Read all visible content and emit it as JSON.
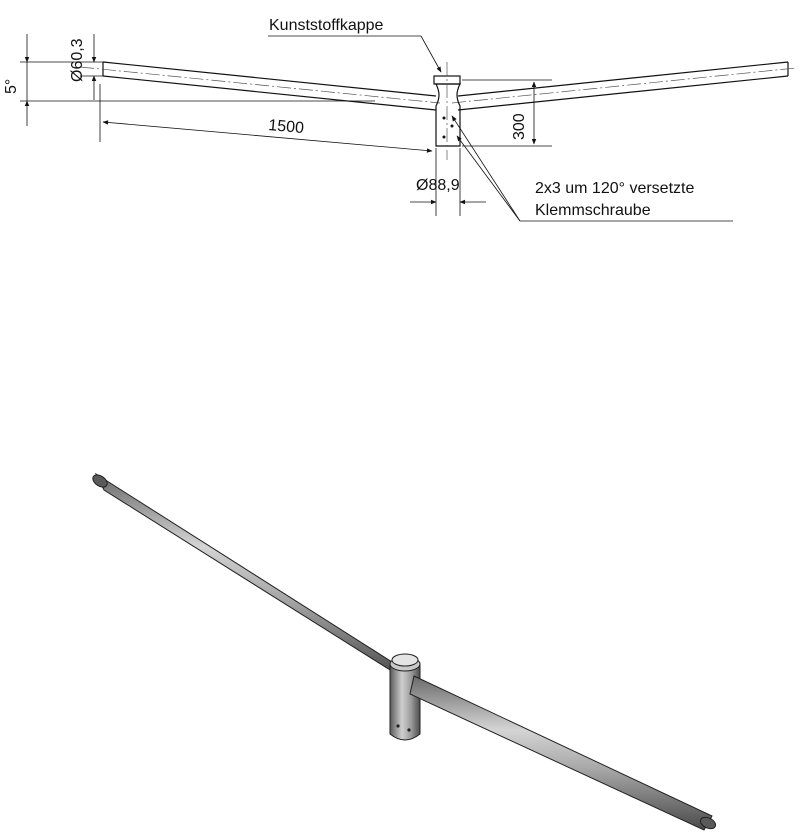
{
  "drawing": {
    "labels": {
      "cap": "Kunststoffkappe",
      "arm_diameter": "Ø60,3",
      "angle": "5°",
      "length": "1500",
      "height": "300",
      "pole_diameter": "Ø88,9",
      "screws_line1": "2x3 um 120° versetzte",
      "screws_line2": "Klemmschraube"
    }
  },
  "colors": {
    "line": "#111111",
    "pipe_light": "#c8c8c8",
    "pipe_mid": "#9a9a9a",
    "pipe_dark": "#555555"
  }
}
